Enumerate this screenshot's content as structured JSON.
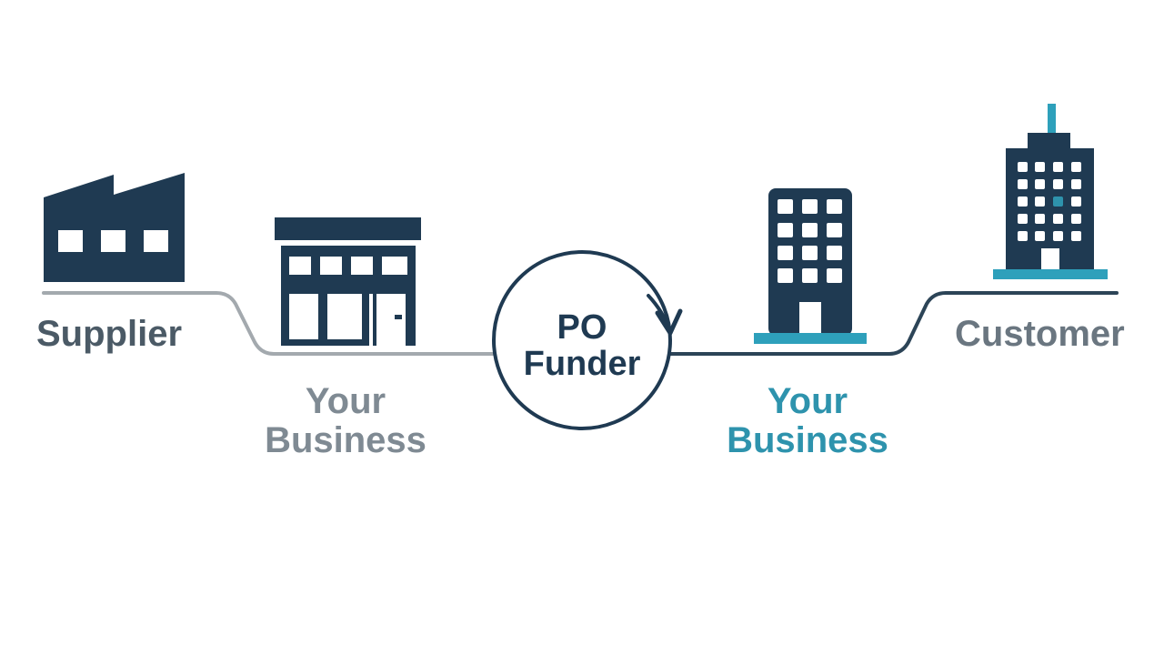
{
  "nodes": {
    "supplier": {
      "label": "Supplier",
      "icon": "factory-icon"
    },
    "business_left": {
      "line1": "Your",
      "line2": "Business",
      "icon": "storefront-icon"
    },
    "po_funder": {
      "line1": "PO",
      "line2": "Funder",
      "icon": "circular-arrow-icon"
    },
    "business_right": {
      "line1": "Your",
      "line2": "Business",
      "icon": "office-building-icon"
    },
    "customer": {
      "label": "Customer",
      "icon": "skyscraper-icon"
    }
  },
  "colors": {
    "navy": "#1f3a52",
    "gray_text": "#7f8a93",
    "gray_line": "#a3a9ae",
    "teal": "#2e93ad",
    "teal_base": "#2ea0bb",
    "supplier_text": "#4b5a66",
    "customer_text": "#6a7680"
  }
}
